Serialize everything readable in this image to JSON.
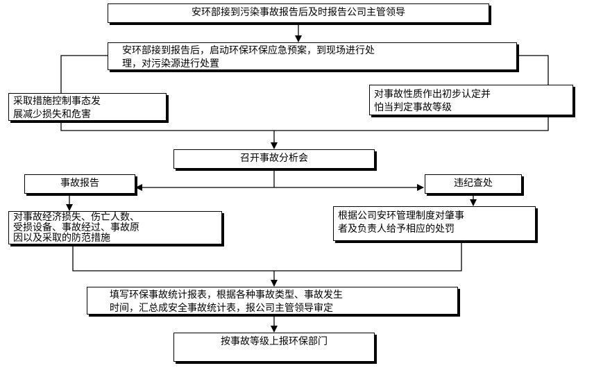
{
  "nodes": {
    "n1": "安环部接到污染事故报告后及时报告公司主管领导",
    "n2_line1": "安环部接到报告后，启动环保环保应急预案，到现场进行处",
    "n2_line2": "理，对污染源进行处置",
    "n3_line1": "采取措施控制事态发",
    "n3_line2": "展减少损失和危害",
    "n4_line1": "对事故性质作出初步认定并",
    "n4_line2": "怕当判定事故等级",
    "n5": "召开事故分析会",
    "n6": "事故报告",
    "n7": "违纪查处",
    "n8_line1": "对事故经济损失、伤亡人数、",
    "n8_line2": "受损设备、事故经过、事故原",
    "n8_line3": "因以及采取的防范措施",
    "n9_line1": "根据公司安环管理制度对肇事",
    "n9_line2": "者及负责人给予相应的处罚",
    "n10_line1": "填写环保事故统计报表，根据各种事故类型、事故发生",
    "n10_line2": "时间，汇总成安全事故统计表，报公司主管领导审定",
    "n11": "按事故等级上报环保部门"
  },
  "colors": {
    "line": "#000000",
    "box_fill": "#ffffff"
  }
}
